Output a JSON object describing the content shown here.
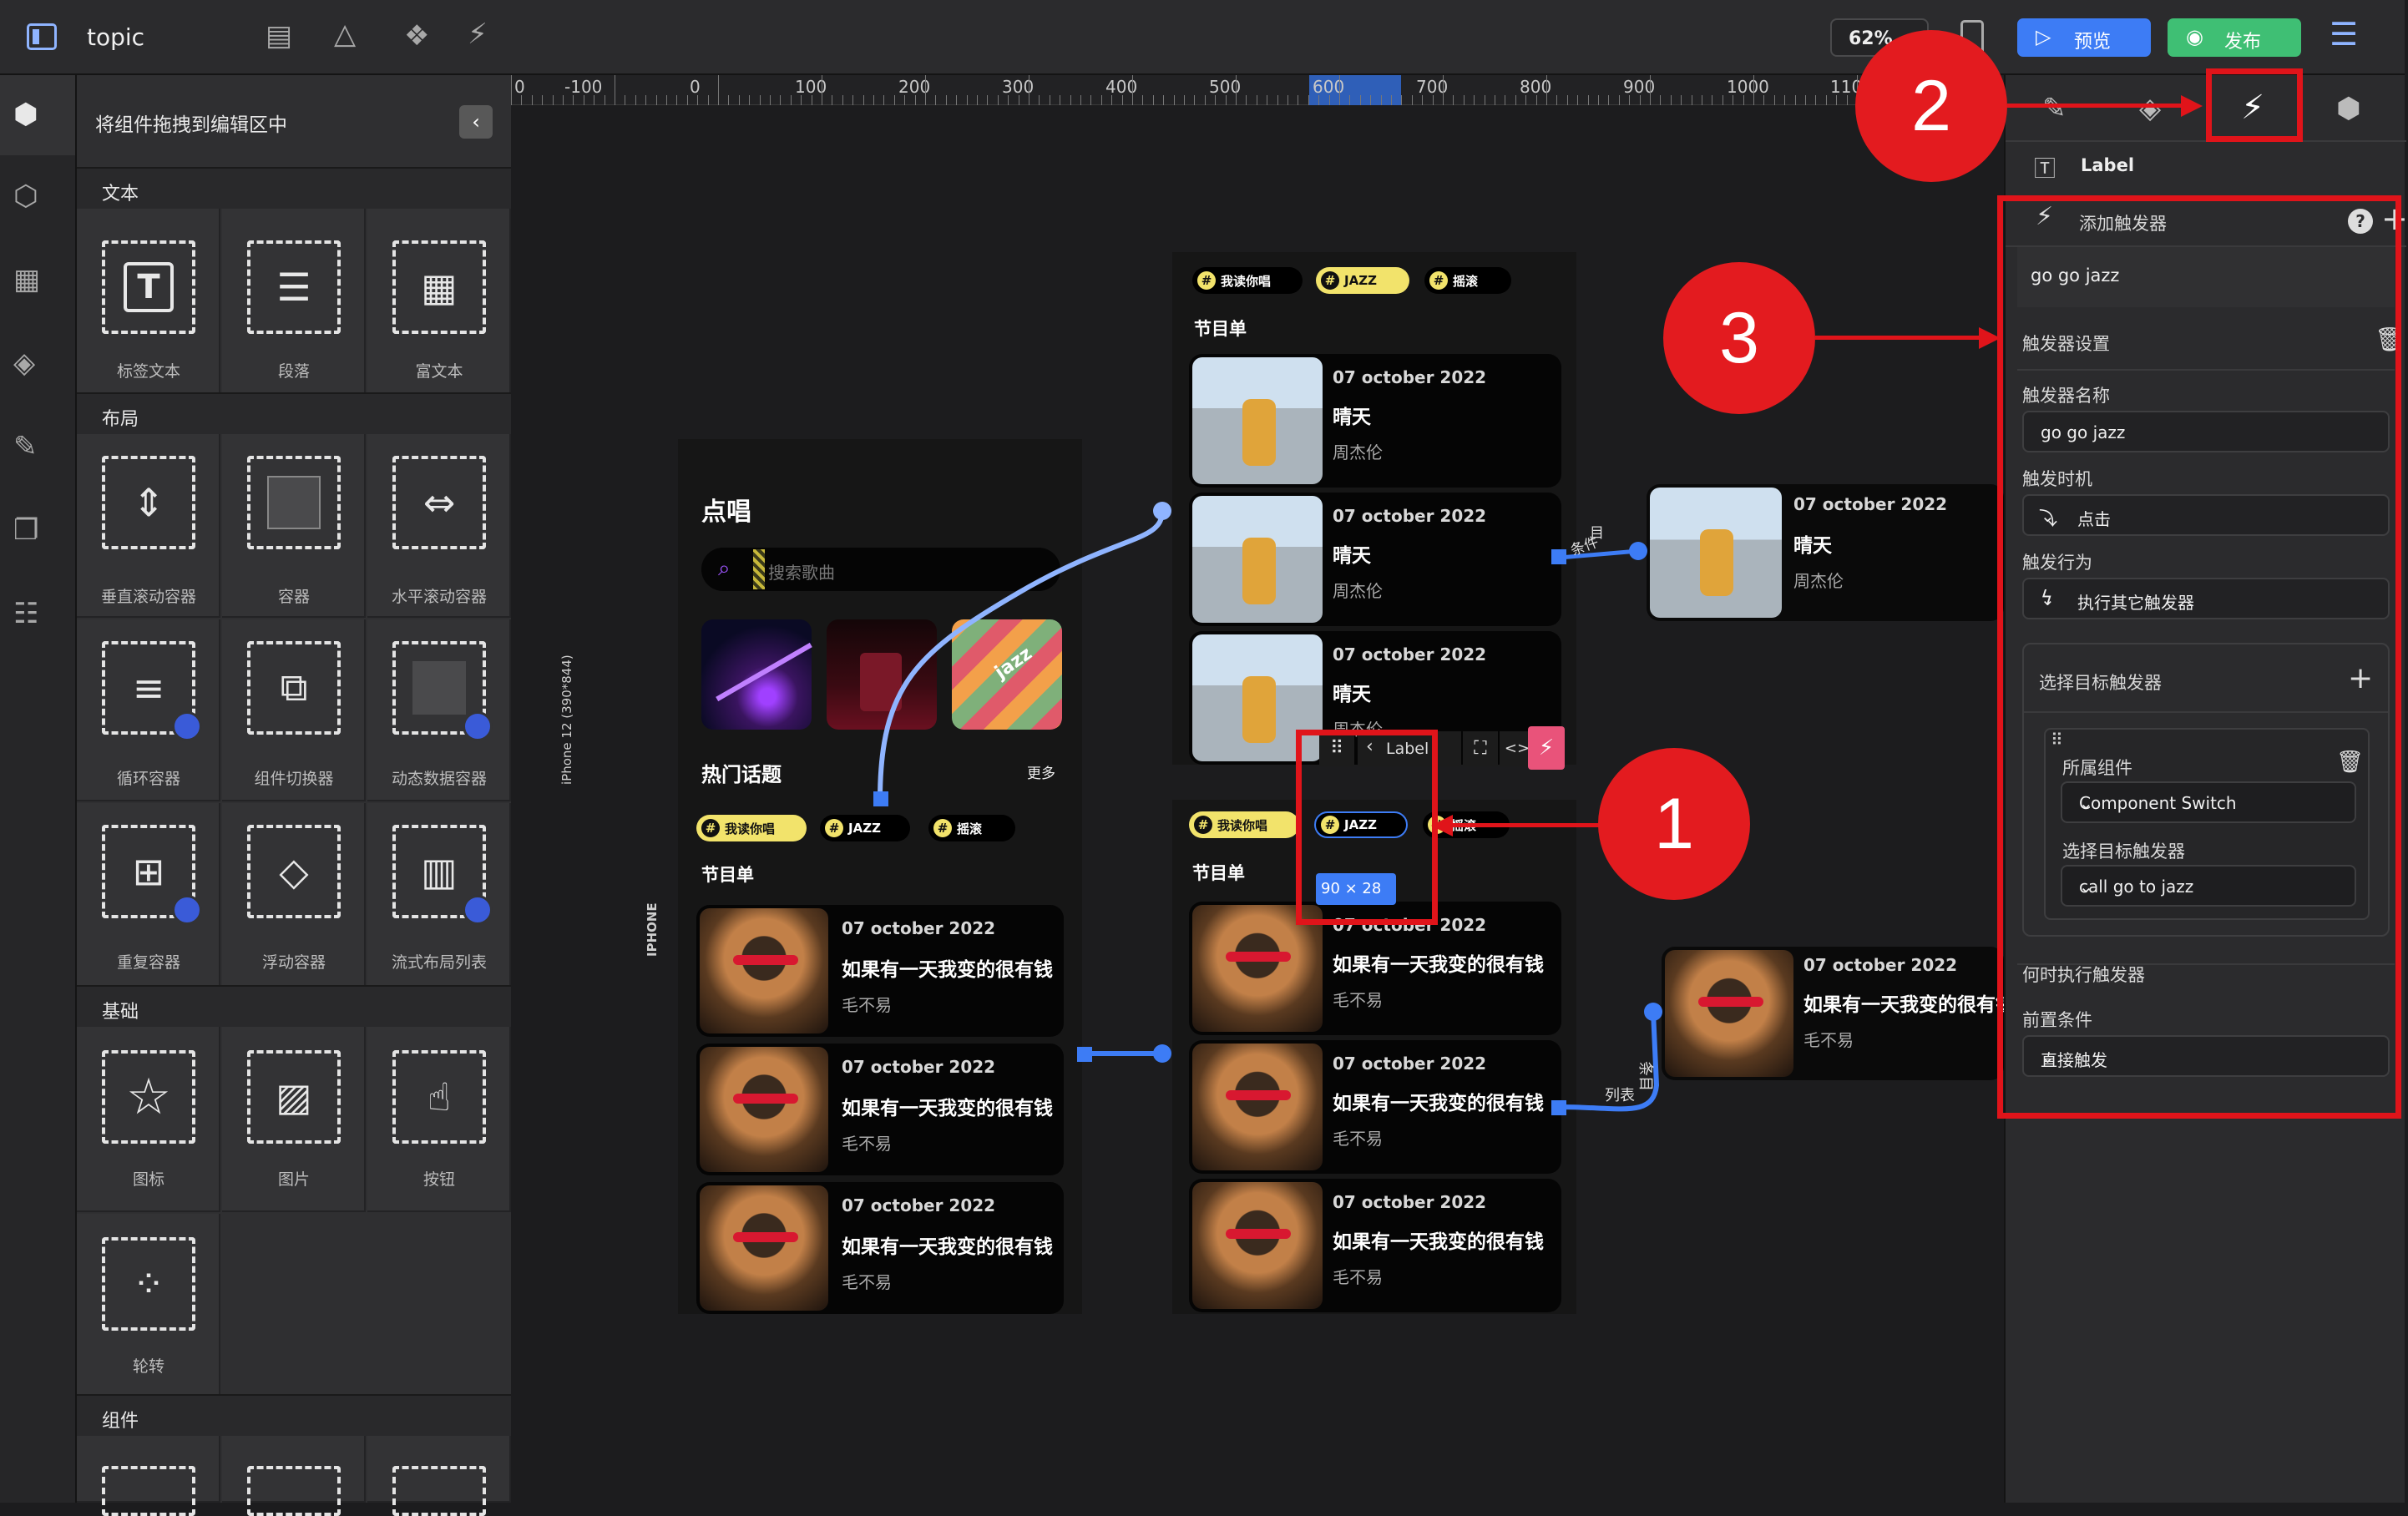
{
  "topbar": {
    "title": "topic",
    "zoom": "62%",
    "preview_label": "预览",
    "publish_label": "发布"
  },
  "library": {
    "header": "将组件拖拽到编辑区中",
    "sections": {
      "text": "文本",
      "layout": "布局",
      "basic": "基础",
      "component": "组件"
    },
    "tiles": {
      "label_text": "标签文本",
      "paragraph": "段落",
      "rich_text": "富文本",
      "vscroll": "垂直滚动容器",
      "container": "容器",
      "hscroll": "水平滚动容器",
      "loop": "循环容器",
      "switcher": "组件切换器",
      "dynamic": "动态数据容器",
      "repeat": "重复容器",
      "float": "浮动容器",
      "flow": "流式布局列表",
      "icon": "图标",
      "image": "图片",
      "button": "按钮",
      "carousel": "轮转"
    }
  },
  "ruler": {
    "labels": [
      "0",
      "-100",
      "0",
      "100",
      "200",
      "300",
      "400",
      "500",
      "600",
      "700",
      "800",
      "900",
      "1000",
      "1100"
    ]
  },
  "canvas": {
    "device_label": "iPhone 12 (390*844)",
    "device_name": "IPHONE",
    "main_title": "点唱",
    "search_placeholder": "搜索歌曲",
    "hot_topics": "热门话题",
    "more": "更多",
    "chip_sing": "我读你唱",
    "chip_jazz": "JAZZ",
    "chip_rock": "摇滚",
    "playlist": "节目单",
    "tile_art_label": "jazz",
    "date": "07 october 2022",
    "song_a": "晴天",
    "artist_a": "周杰伦",
    "song_b": "如果有一天我变的很有钱",
    "artist_b": "毛不易",
    "toolbar_label": "Label",
    "size_badge": "90 × 28",
    "flow_labels": {
      "a": "条件",
      "b": "目",
      "c": "列表",
      "d": "条目"
    }
  },
  "panel": {
    "component_name": "Label",
    "add_trigger": "添加触发器",
    "trigger_item": "go go jazz",
    "trigger_settings": "触发器设置",
    "trigger_name_label": "触发器名称",
    "trigger_name_value": "go go jazz",
    "trigger_time_label": "触发时机",
    "trigger_time_value": "点击",
    "trigger_action_label": "触发行为",
    "trigger_action_value": "执行其它触发器",
    "select_target_title": "选择目标触发器",
    "owner_component_label": "所属组件",
    "owner_component_value": "Component Switch",
    "select_target_label": "选择目标触发器",
    "select_target_value": "call go to jazz",
    "when_execute": "何时执行触发器",
    "precondition_label": "前置条件",
    "precondition_value": "直接触发"
  },
  "annotations": {
    "one": "1",
    "two": "2",
    "three": "3"
  },
  "colors": {
    "accent_blue": "#3d7cf5",
    "publish_green": "#3fbf74",
    "annotation_red": "#e0141a",
    "chip_yellow": "#f2e36b"
  }
}
